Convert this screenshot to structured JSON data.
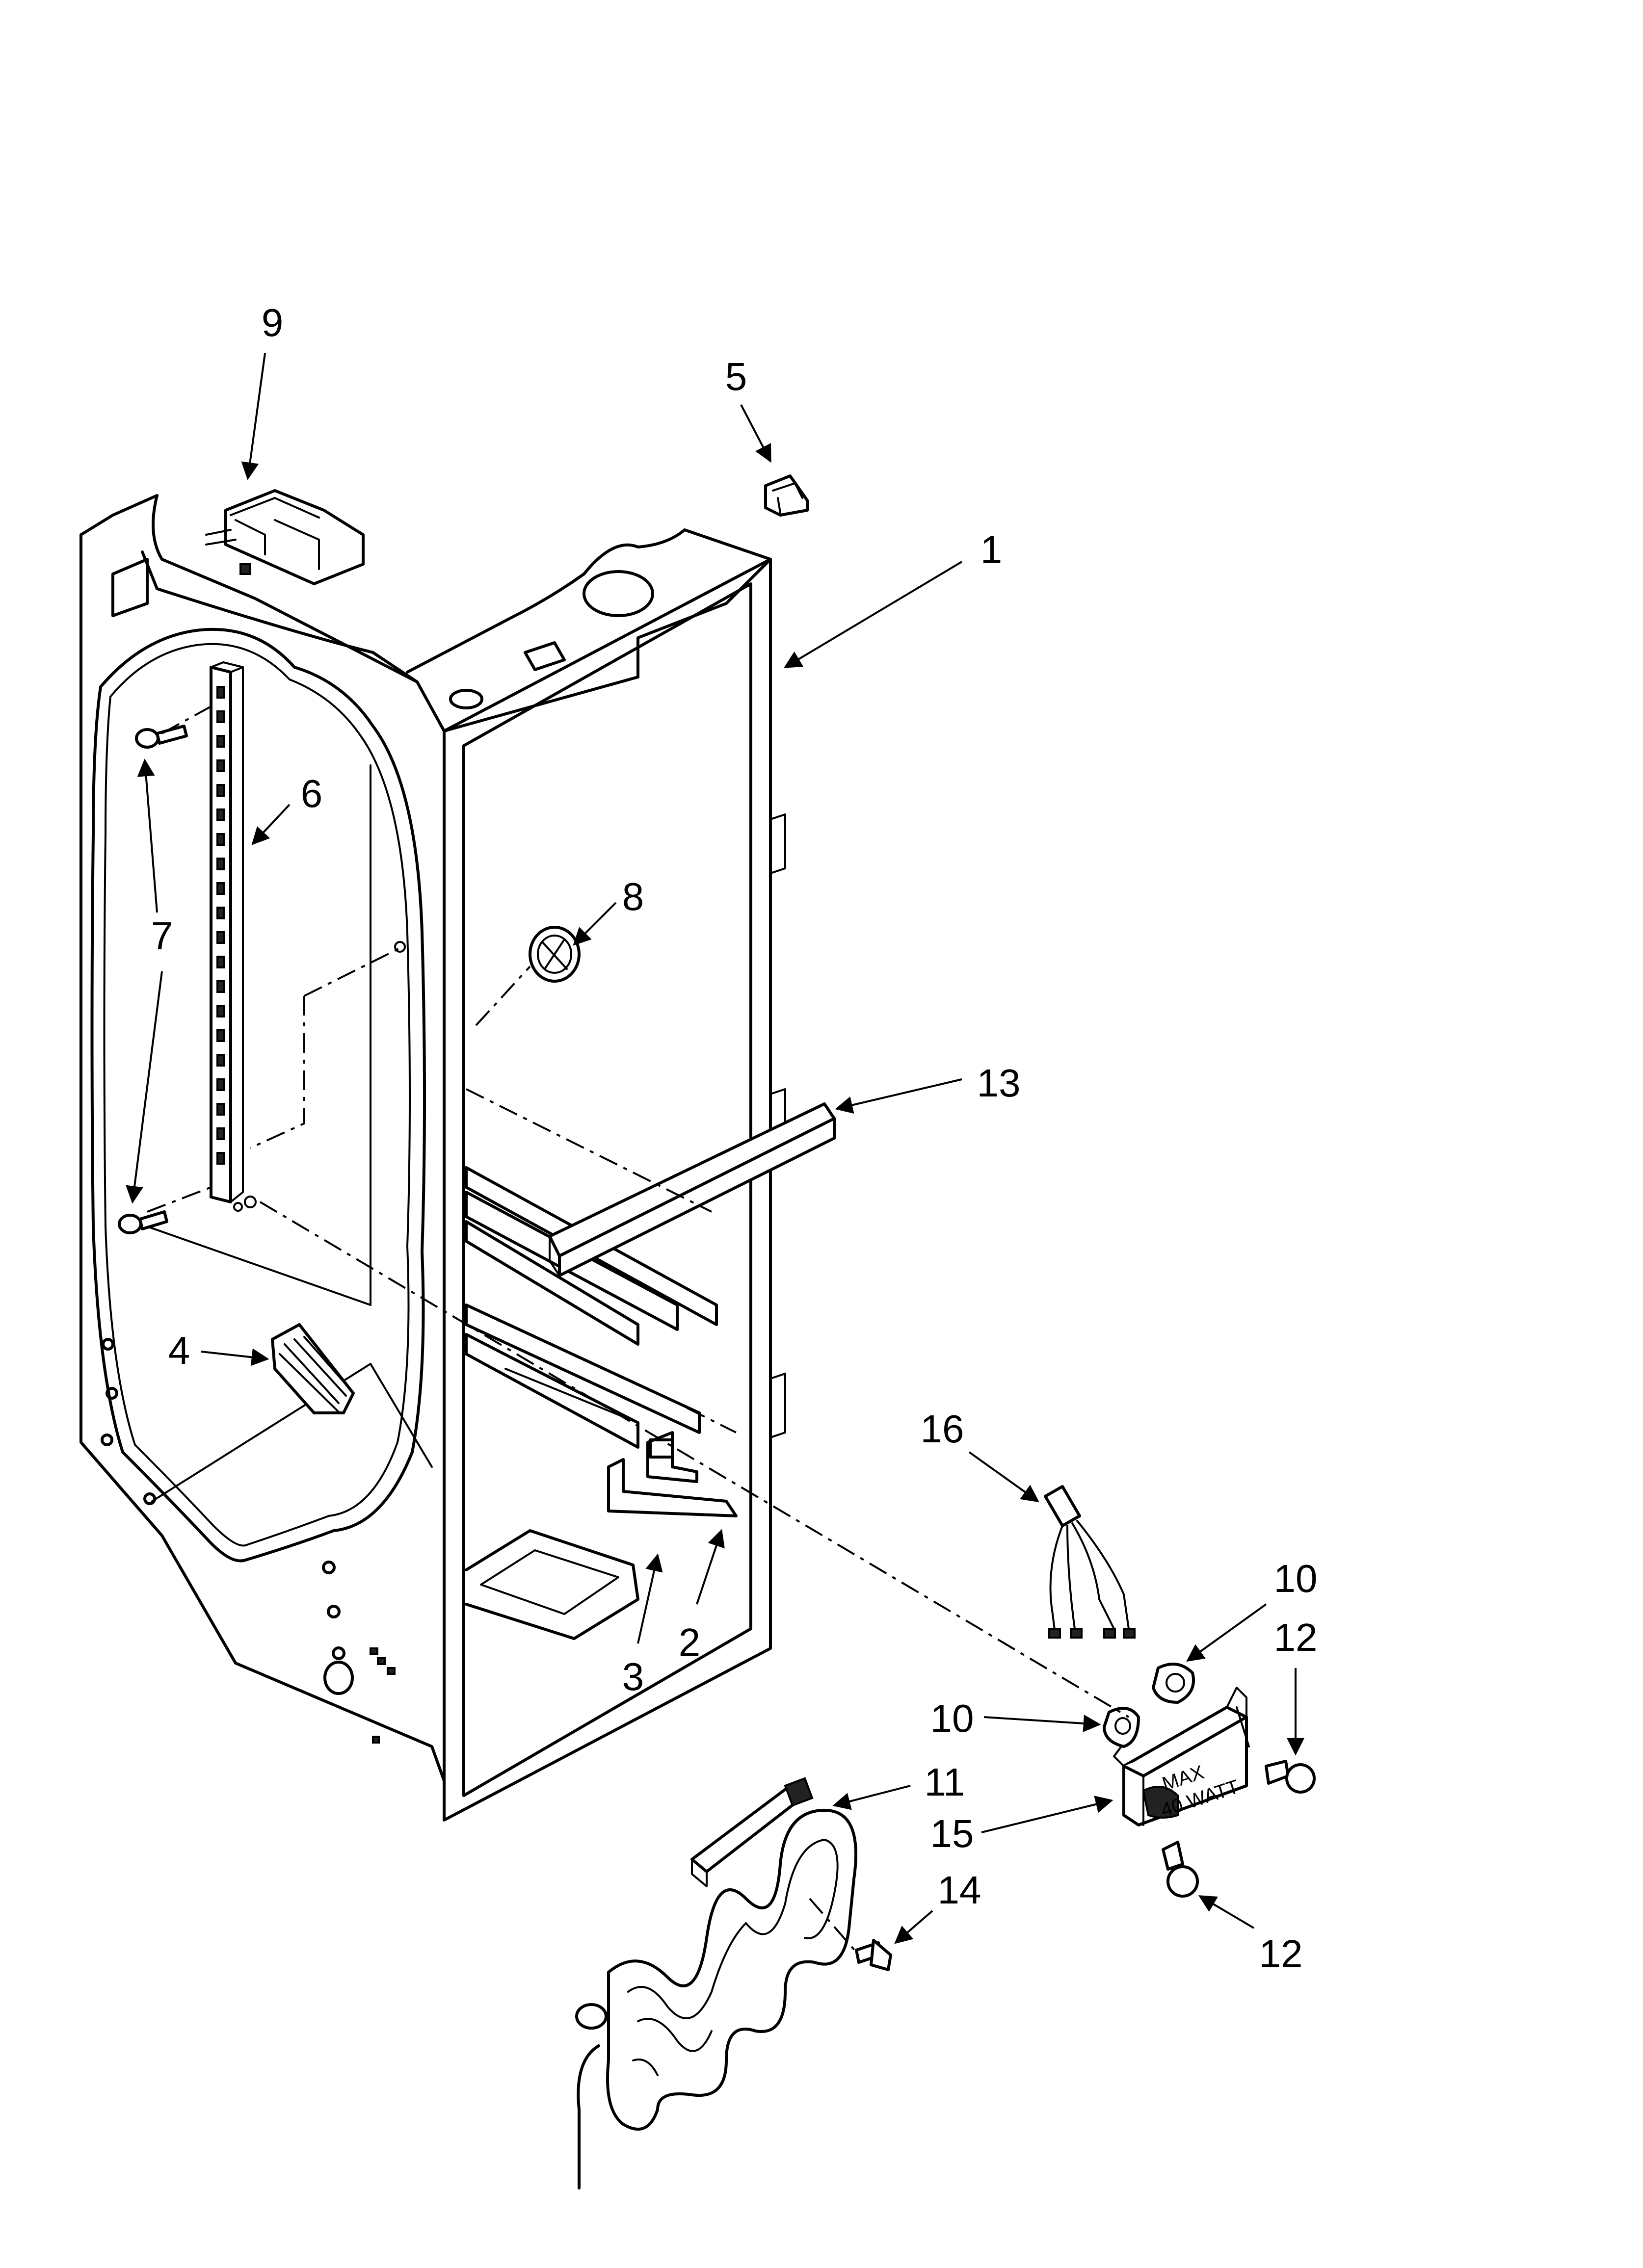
{
  "callouts": {
    "c1": "1",
    "c2": "2",
    "c3": "3",
    "c4": "4",
    "c5": "5",
    "c6": "6",
    "c7": "7",
    "c8": "8",
    "c9": "9",
    "c10a": "10",
    "c10b": "10",
    "c11": "11",
    "c12a": "12",
    "c12b": "12",
    "c13": "13",
    "c14": "14",
    "c15": "15",
    "c16": "16"
  },
  "housing_label": {
    "line1": "MAX",
    "line2": "40 WATT"
  }
}
